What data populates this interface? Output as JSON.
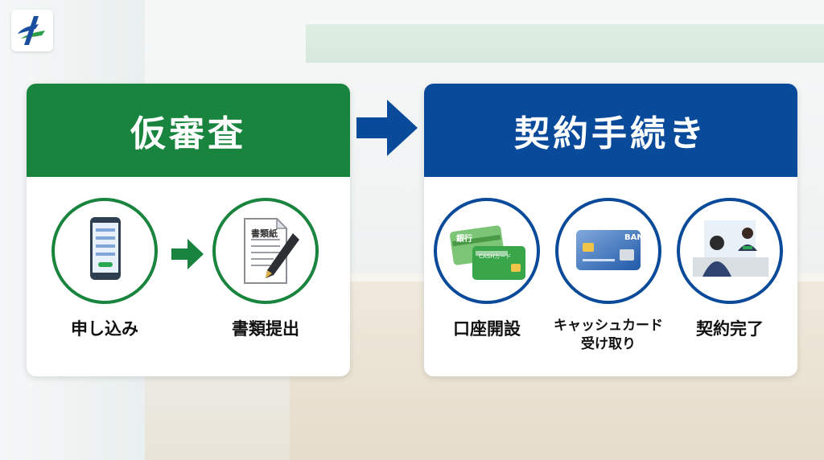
{
  "left_panel": {
    "title": "仮審査",
    "color": "#18843e",
    "steps": [
      {
        "label": "申し込み",
        "icon": "smartphone-form-icon"
      },
      {
        "label": "書類提出",
        "icon": "document-pen-icon",
        "doc_title": "書類紙"
      }
    ]
  },
  "right_panel": {
    "title": "契約手続き",
    "color": "#0a4a9a",
    "steps": [
      {
        "label": "口座開設",
        "icon": "bank-cards-icon",
        "card1_text": "銀行",
        "card2_text": "CASHカード"
      },
      {
        "label_line1": "キャッシュカード",
        "label_line2": "受け取り",
        "icon": "cash-card-icon",
        "card_text": "BANK"
      },
      {
        "label": "契約完了",
        "icon": "bank-counter-icon"
      }
    ]
  },
  "colors": {
    "green": "#18843e",
    "blue": "#0a4a9a"
  }
}
